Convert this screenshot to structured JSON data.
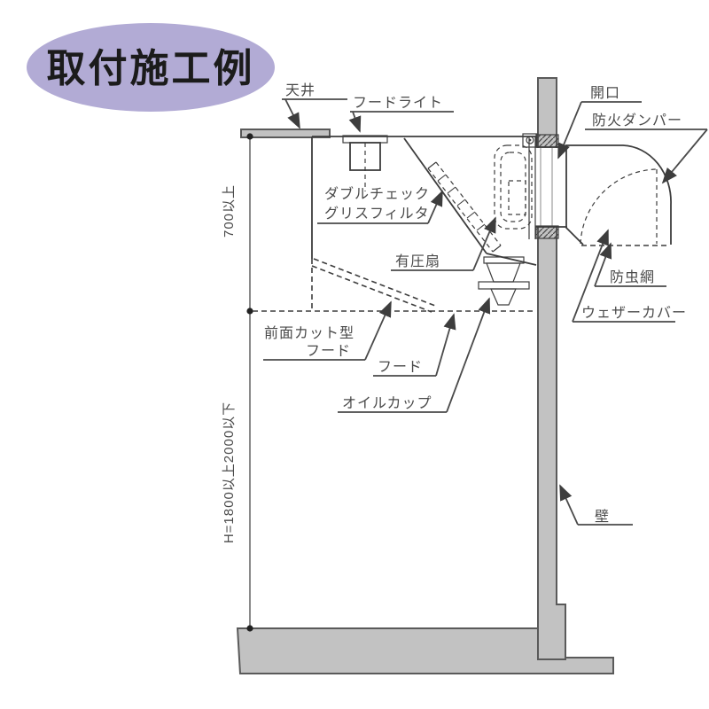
{
  "title": {
    "text": "取付施工例"
  },
  "labels": {
    "ceiling": "天井",
    "hood_light": "フードライト",
    "opening": "開口",
    "fire_damper": "防火ダンパー",
    "grease_filter_line1": "ダブルチェック",
    "grease_filter_line2": "グリスフィルタ",
    "pressure_fan": "有圧扇",
    "front_cut_hood_line1": "前面カット型",
    "front_cut_hood_line2": "フード",
    "hood": "フード",
    "oil_cup": "オイルカップ",
    "insect_screen": "防虫網",
    "weather_cover": "ウェザーカバー",
    "wall": "壁"
  },
  "dimensions": {
    "ceiling_to_hood_bottom": "700以上",
    "floor_to_hood_bottom": "H=1800以上2000以下"
  },
  "colors": {
    "title_ellipse": "#b2abd5",
    "surface_gray": "#c2c2c2",
    "line": "#3d3d3d",
    "label_text": "#4a4a4a",
    "background": "#ffffff"
  }
}
